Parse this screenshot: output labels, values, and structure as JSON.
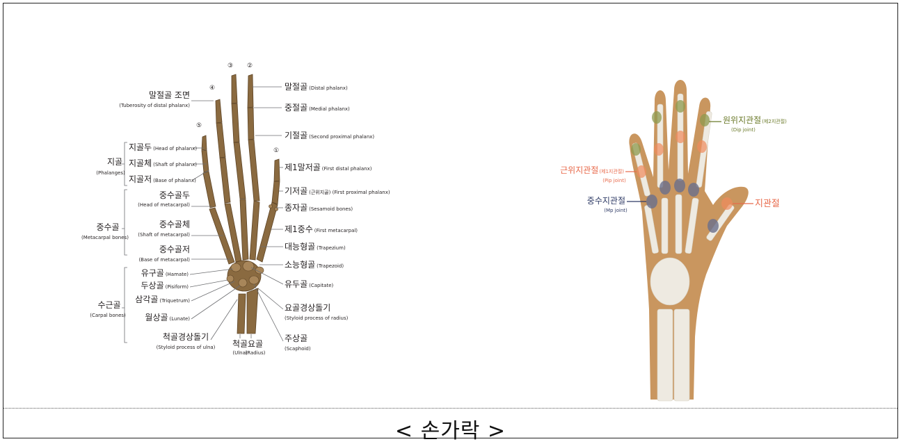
{
  "caption": "< 손가락 >",
  "colors": {
    "bone": "#8a6a40",
    "hand_skin": "#c9965f",
    "hand_bone": "#eeeae1",
    "dip_joint": "#8e9a4e",
    "pip_joint": "#f08a5d",
    "mp_joint": "#6a6f8c",
    "label_green": "#6b7a2a",
    "label_orange": "#e8694a",
    "label_navy": "#2f3b66"
  },
  "skeleton": {
    "finger_numbers": [
      "①",
      "②",
      "③",
      "④",
      "⑤"
    ],
    "right_labels": [
      {
        "ko": "말절골",
        "en": "(Distal phalanx)"
      },
      {
        "ko": "중절골",
        "en": "(Medial phalanx)"
      },
      {
        "ko": "기절골",
        "en": "(Second proximal phalanx)"
      },
      {
        "ko": "제1말저골",
        "en": "(First distal phalanx)"
      },
      {
        "ko": "기저골",
        "en": "(근위지골) (First proximal phalanx)"
      },
      {
        "ko": "종자골",
        "en": "(Sesamoid bones)"
      },
      {
        "ko": "제1중수",
        "en": "(First metacarpal)"
      },
      {
        "ko": "대능형골",
        "en": "(Trapezium)"
      },
      {
        "ko": "소능형골",
        "en": "(Trapezoid)"
      },
      {
        "ko": "유두골",
        "en": "(Capitate)"
      },
      {
        "ko": "요골경상돌기",
        "en": "(Styloid process of radius)"
      },
      {
        "ko": "주상골",
        "en": "(Scaphoid)"
      }
    ],
    "left_labels": [
      {
        "ko": "말절골 조면",
        "en": "(Tuberosity of distal phalanx)"
      },
      {
        "ko": "지골두",
        "en": "(Head of phalanx)"
      },
      {
        "ko": "지골체",
        "en": "(Shaft of phalanx)"
      },
      {
        "ko": "지골저",
        "en": "(Base of phalanx)"
      },
      {
        "ko": "중수골두",
        "en": "(Head of metacarpal)"
      },
      {
        "ko": "중수골체",
        "en": "(Shaft of metacarpal)"
      },
      {
        "ko": "중수골저",
        "en": "(Base of metacarpal)"
      },
      {
        "ko": "유구골",
        "en": "(Hamate)"
      },
      {
        "ko": "두상골",
        "en": "(Pisiform)"
      },
      {
        "ko": "삼각골",
        "en": "(Triquetrum)"
      },
      {
        "ko": "월상골",
        "en": "(Lunate)"
      },
      {
        "ko": "척골경상돌기",
        "en": "(Styloid process of ulna)"
      }
    ],
    "groups": [
      {
        "ko": "지골",
        "en": "(Phalanges)"
      },
      {
        "ko": "중수골",
        "en": "(Metacarpal bones)"
      },
      {
        "ko": "수근골",
        "en": "(Carpal bones)"
      }
    ],
    "bottom_labels": [
      {
        "ko": "척골",
        "en": "(Ulna)"
      },
      {
        "ko": "요골",
        "en": "(Radius)"
      }
    ]
  },
  "joints": {
    "dip": {
      "ko": "원위지관절",
      "ko_sub": "(제2지관절)",
      "en": "(Dip joint)"
    },
    "pip": {
      "ko": "근위지관절",
      "ko_sub": "(제1지관절)",
      "en": "(Pip joint)"
    },
    "mp": {
      "ko": "중수지관절",
      "en": "(Mp joint)"
    },
    "thumb": {
      "ko": "지관절"
    }
  }
}
